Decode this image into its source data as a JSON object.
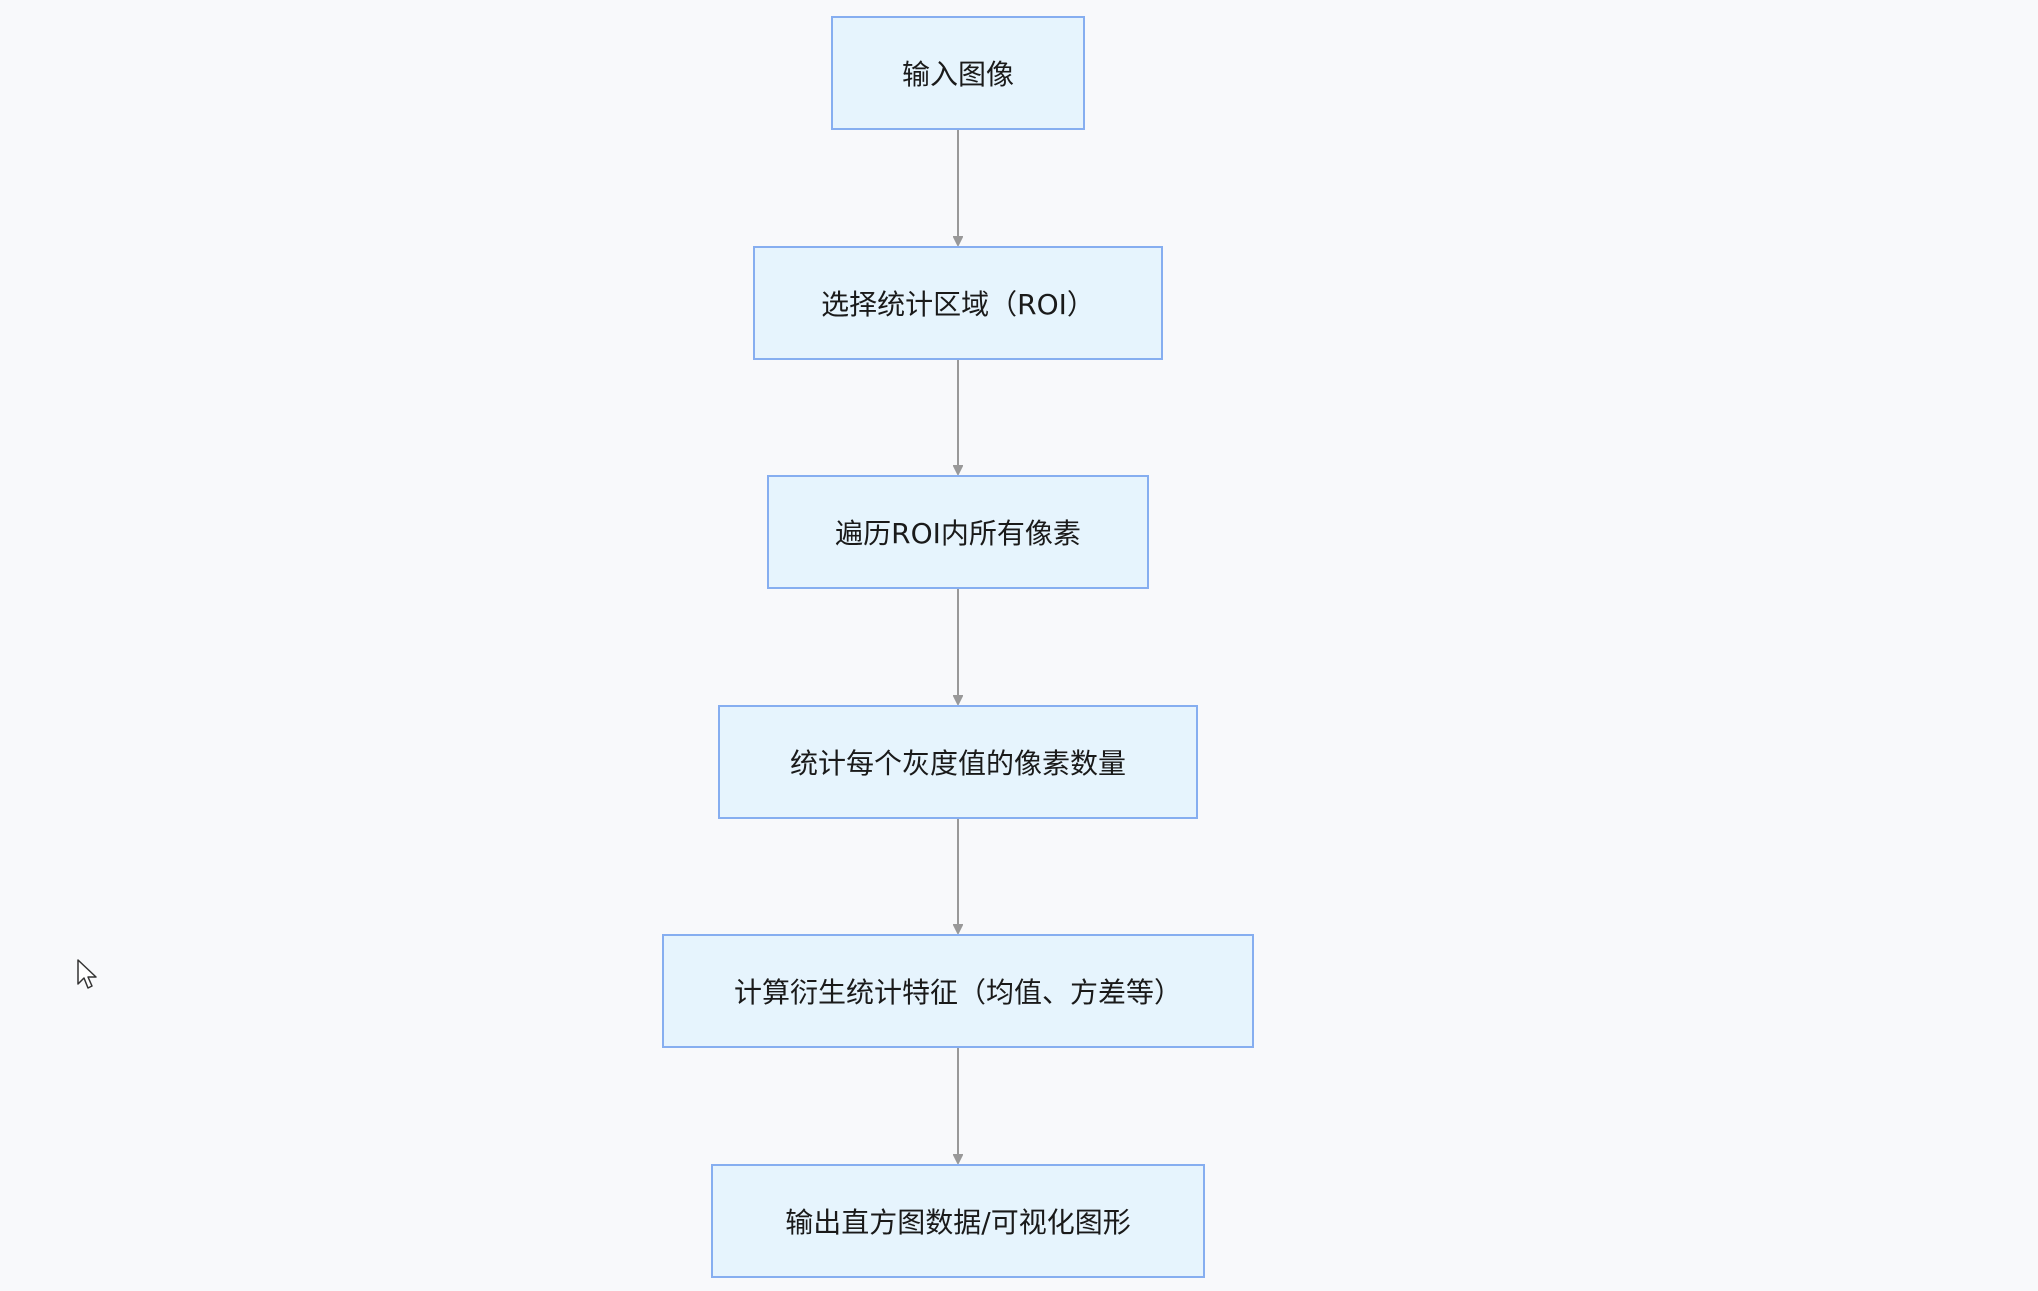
{
  "diagram": {
    "nodes": [
      {
        "id": "n1",
        "label": "输入图像"
      },
      {
        "id": "n2",
        "label": "选择统计区域（ROI）"
      },
      {
        "id": "n3",
        "label": "遍历ROI内所有像素"
      },
      {
        "id": "n4",
        "label": "统计每个灰度值的像素数量"
      },
      {
        "id": "n5",
        "label": "计算衍生统计特征（均值、方差等）"
      },
      {
        "id": "n6",
        "label": "输出直方图数据/可视化图形"
      }
    ],
    "edges": [
      {
        "from": "n1",
        "to": "n2"
      },
      {
        "from": "n2",
        "to": "n3"
      },
      {
        "from": "n3",
        "to": "n4"
      },
      {
        "from": "n4",
        "to": "n5"
      },
      {
        "from": "n5",
        "to": "n6"
      }
    ],
    "colors": {
      "node_fill": "#e6f4fd",
      "node_border": "#86aef0",
      "edge": "#999999",
      "background": "#f8f9fb"
    }
  },
  "cursor": {
    "icon": "mouse-pointer-icon"
  }
}
